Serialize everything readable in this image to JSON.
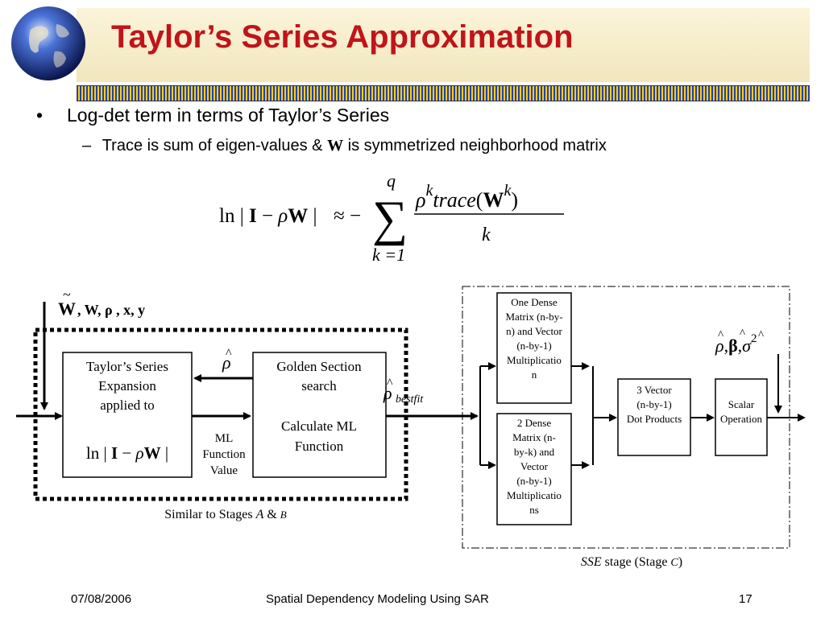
{
  "slide": {
    "title": "Taylor’s Series Approximation",
    "bullet_1": "Log-det term in terms of Taylor’s Series",
    "bullet_2_part1": "Trace is sum of eigen-values  & ",
    "bullet_2_bold": "W",
    "bullet_2_part2": " is symmetrized neighborhood matrix",
    "bullet_char": "•",
    "dash_char": "–"
  },
  "formula": {
    "lhs_ln": "ln | ",
    "lhs_I": "I",
    "lhs_minus": " − ",
    "lhs_rho": "ρ",
    "lhs_W": "W",
    "lhs_bar": " |",
    "approx": "≈ −",
    "sum": "∑",
    "upper": "q",
    "lower": "k =1",
    "num_rho": "ρ",
    "num_k": "k",
    "num_trace": "trace",
    "num_open": "(",
    "num_W": "W",
    "num_k2": "k",
    "num_close": ")",
    "den": "k"
  },
  "diagram": {
    "inputs_W": "W",
    "inputs_tilde": "~",
    "inputs_rest": " , W, ρ , x, y",
    "taylor_box": {
      "line1": "Taylor’s Series",
      "line2": "Expansion",
      "line3": "applied to",
      "expr_ln": "ln | ",
      "expr_I": "I",
      "expr_minus": " − ",
      "expr_rho": "ρ",
      "expr_W": "W",
      "expr_bar": " |"
    },
    "rho_hat": "ρ",
    "hat": "^",
    "ml_label": {
      "line1": "ML",
      "line2": "Function",
      "line3": "Value"
    },
    "golden_box": {
      "line1": "Golden Section",
      "line2": "search",
      "line3": "Calculate ML",
      "line4": "Function"
    },
    "rho_bestfit_rho": "ρ",
    "rho_bestfit_sub": "bestfit",
    "caption_left_prefix": "Similar to Stages ",
    "caption_left_A": "A",
    "caption_left_amp": " & ",
    "caption_left_B": "B",
    "box_one_dense": {
      "line1": "One Dense",
      "line2": "Matrix (n-by-",
      "line3": "n) and Vector",
      "line4": "(n-by-1)",
      "line5": "Multiplicatio",
      "line6": "n"
    },
    "box_two_dense": {
      "line1": "2 Dense",
      "line2": "Matrix  (n-",
      "line3": "by-k) and",
      "line4": "Vector",
      "line5": "(n-by-1)",
      "line6": "Multiplicatio",
      "line7": "ns"
    },
    "box_vector": {
      "line1": "3 Vector",
      "line2": "(n-by-1)",
      "line3": "Dot Products"
    },
    "box_scalar": {
      "line1": "Scalar",
      "line2": "Operation"
    },
    "outputs": {
      "rho": "ρ",
      "beta": "β",
      "sigma": "σ",
      "sq": "2",
      "comma": ",",
      "hat": "^"
    },
    "caption_right_sse": "SSE",
    "caption_right_mid": " stage (Stage ",
    "caption_right_C": "C",
    "caption_right_end": ")"
  },
  "footer": {
    "date": "07/08/2006",
    "center": "Spatial Dependency Modeling Using SAR",
    "page": "17"
  },
  "colors": {
    "title": "#c0141b",
    "bar_blue": "#2b3fa0",
    "bar_yellow": "#f0d11c"
  }
}
